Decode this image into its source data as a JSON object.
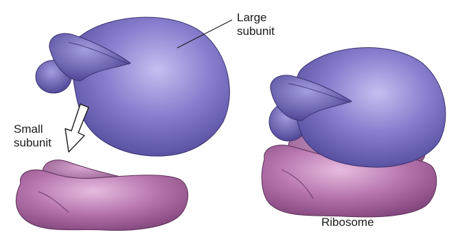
{
  "labels": {
    "large_subunit": [
      "Large",
      "subunit"
    ],
    "small_subunit": [
      "Small",
      "subunit"
    ],
    "ribosome": "Ribosome"
  },
  "colors": {
    "large_subunit": "#6a62b8",
    "large_subunit_highlight": "#b9b3ea",
    "small_subunit": "#a7609f",
    "small_subunit_highlight": "#ddb0d8",
    "outline": "#2a2350",
    "arrow": "#222222"
  },
  "icons": {
    "assembly_arrow": "outline-down-arrow-icon"
  }
}
